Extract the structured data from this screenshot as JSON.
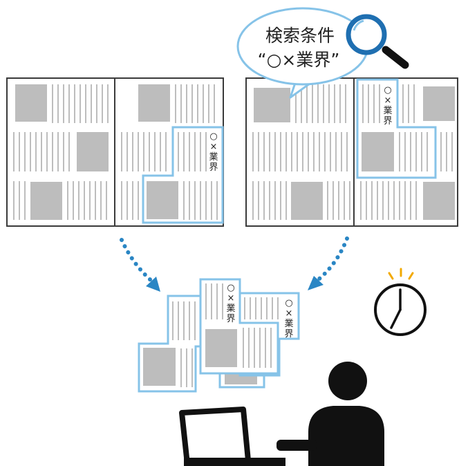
{
  "speech_bubble": {
    "line1": "検索条件",
    "line2": "“○×業界”"
  },
  "article_label": {
    "chars": [
      "○",
      "×",
      "業",
      "界"
    ]
  },
  "colors": {
    "highlight": "#86c3e8",
    "arrow": "#2a86c4",
    "photo": "#bdbdbd",
    "text_line": "#bdbdbd",
    "frame": "#3a3a3a",
    "figure": "#111111"
  },
  "icons": [
    "magnifier-icon",
    "clock-icon",
    "person-at-laptop-icon",
    "dotted-arrow-icon"
  ]
}
